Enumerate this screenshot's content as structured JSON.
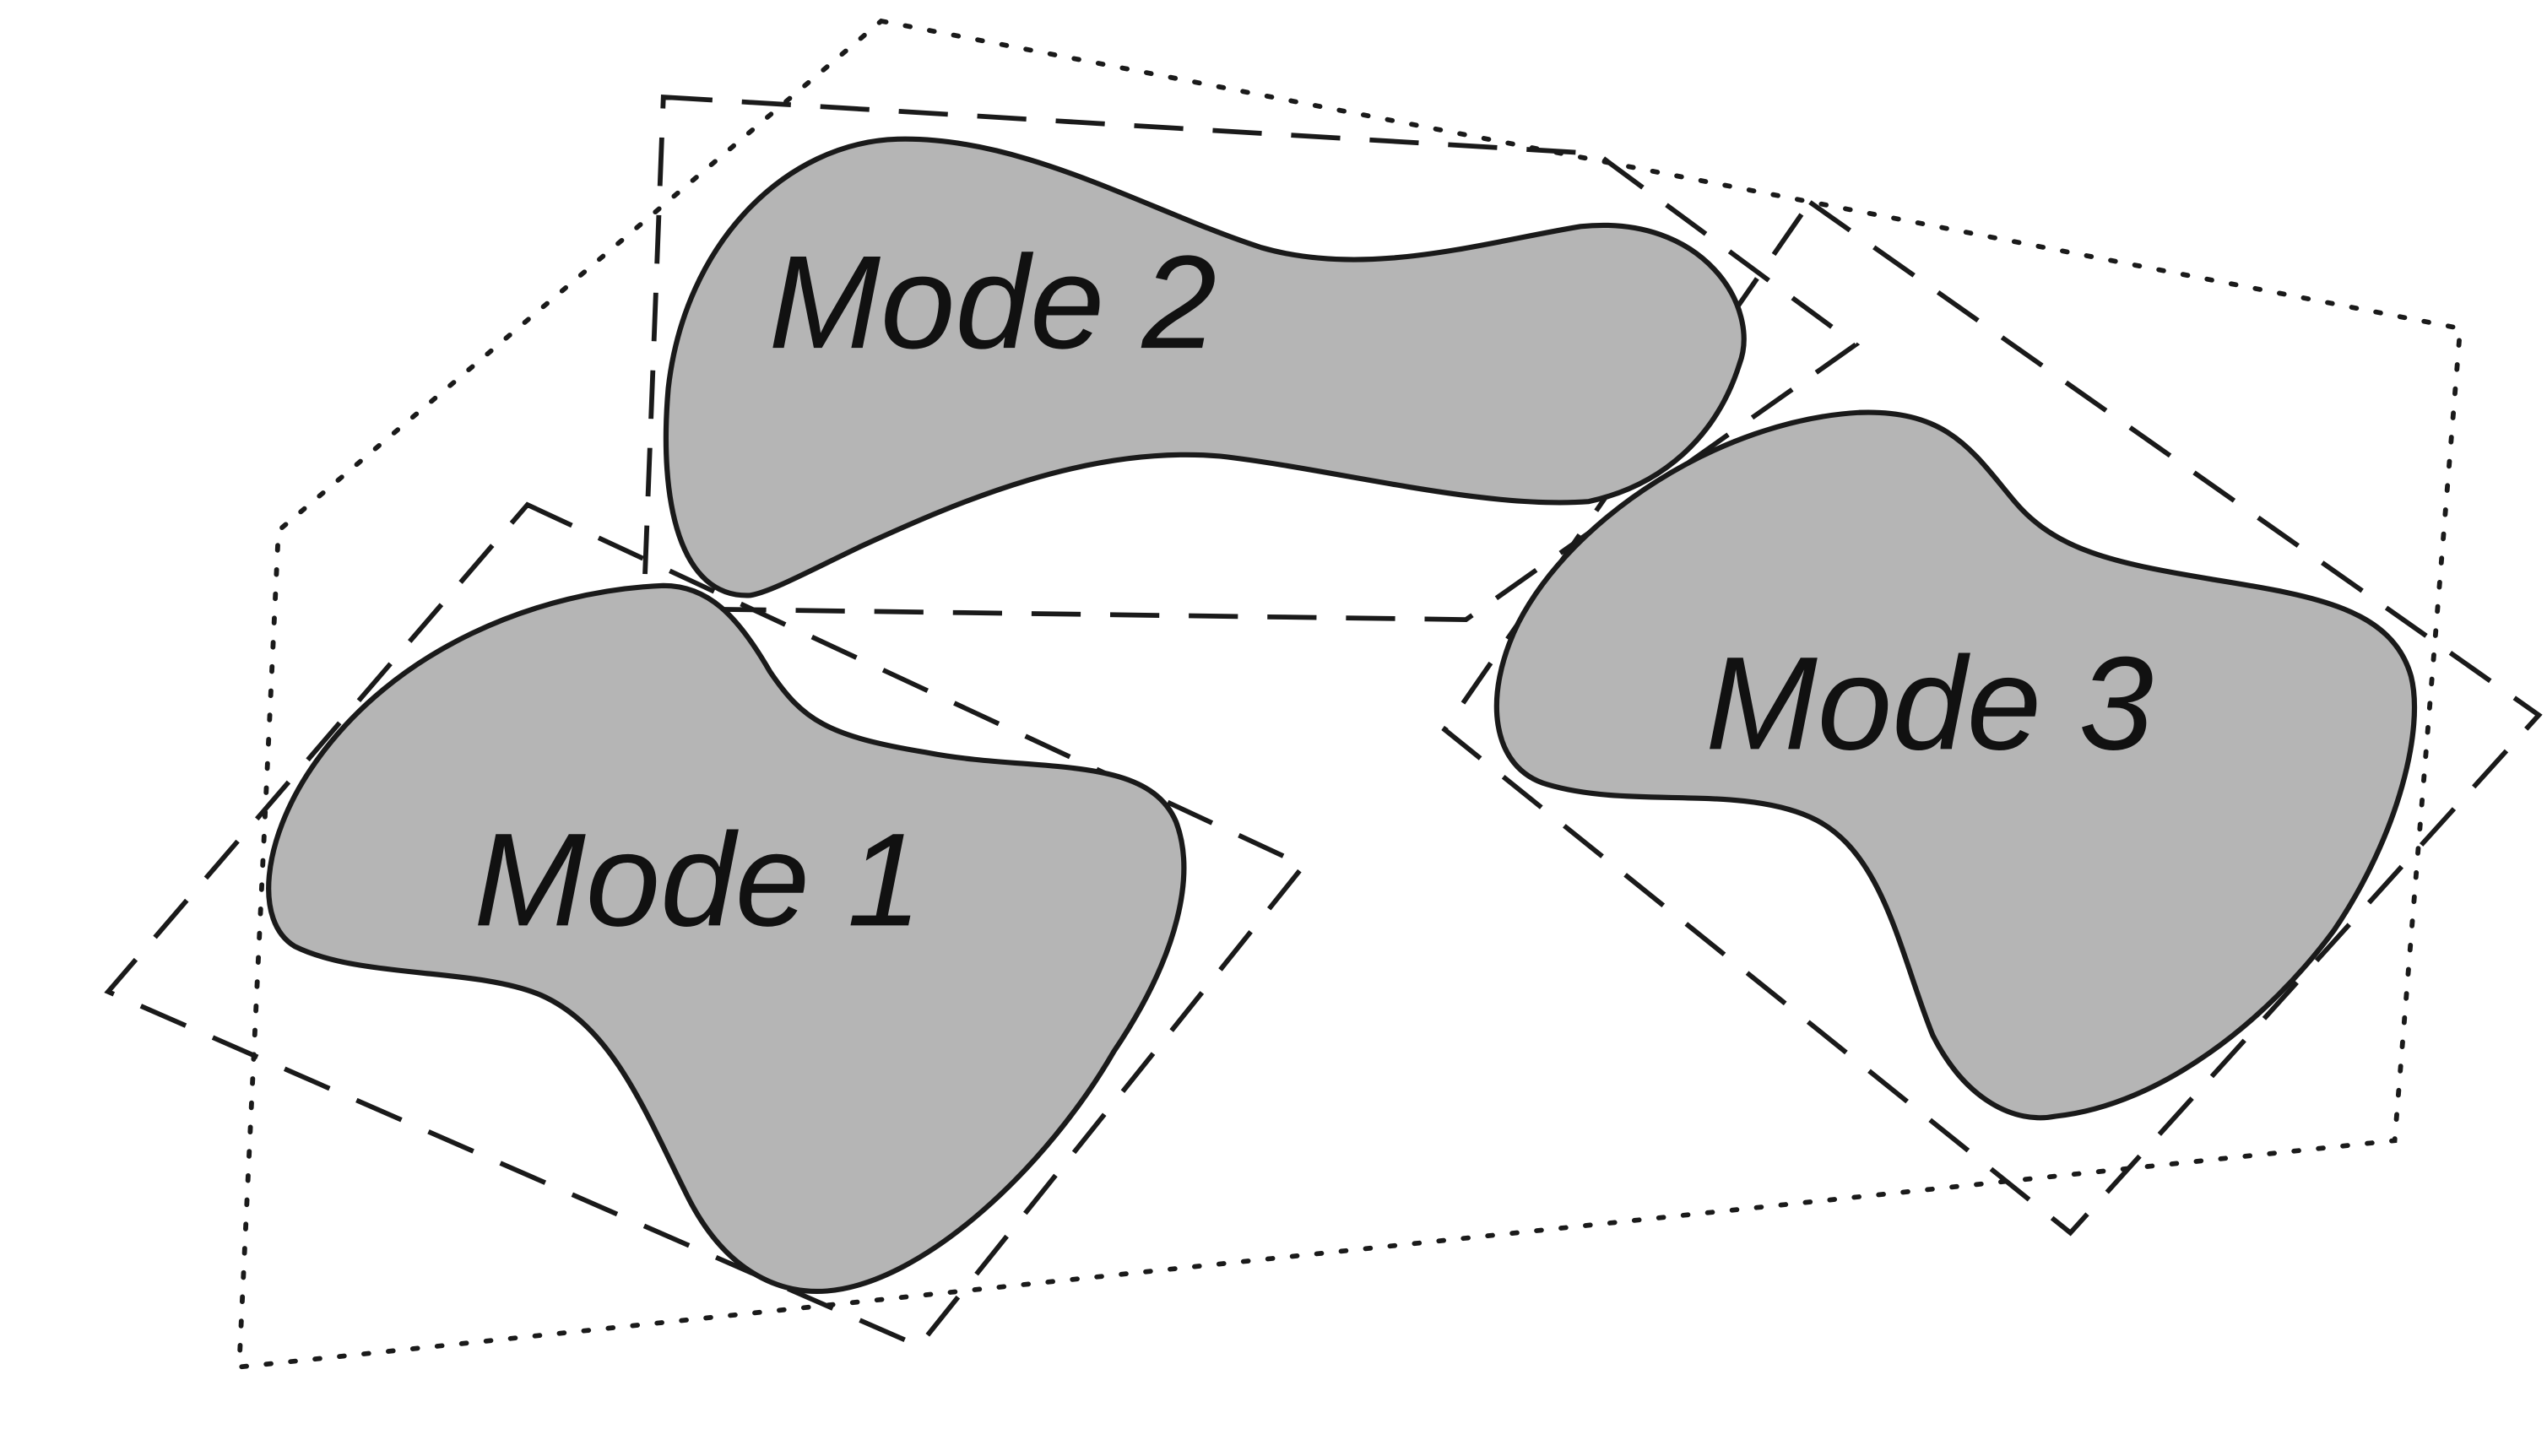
{
  "diagram": {
    "modes": [
      {
        "label": "Mode 1"
      },
      {
        "label": "Mode 2"
      },
      {
        "label": "Mode 3"
      }
    ],
    "colors": {
      "mode_fill": "#b5b5b5",
      "outline": "#1a1a1a",
      "background": "#ffffff"
    },
    "legend_styles": {
      "mode_region": "solid outline, gray fill",
      "mode_bounding_box": "dashed",
      "global_hull": "dotted"
    }
  }
}
